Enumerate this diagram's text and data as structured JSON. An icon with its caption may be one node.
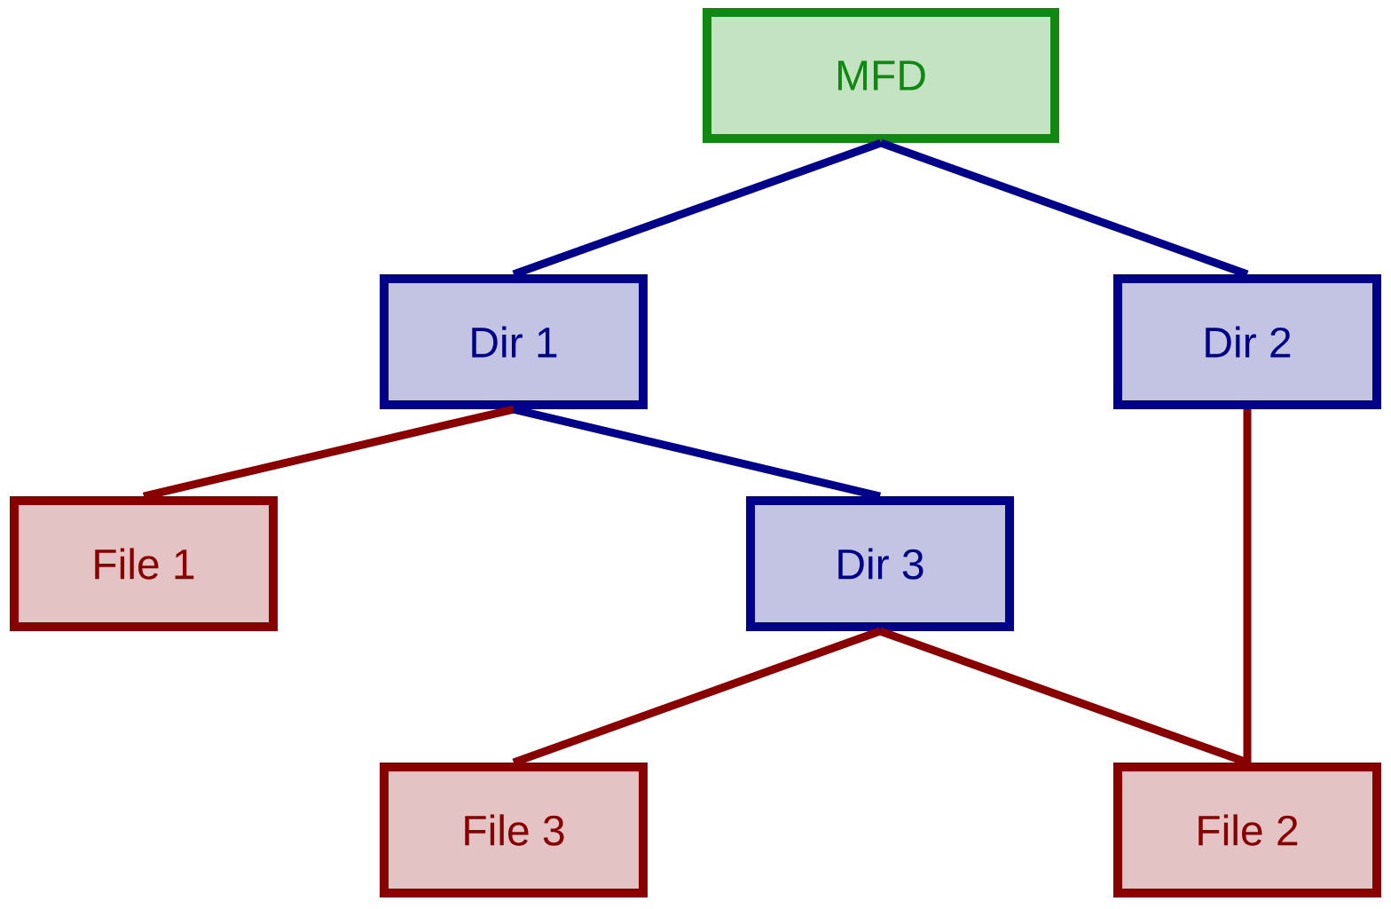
{
  "diagram": {
    "nodes": [
      {
        "text": [
          "MFD"
        ]
      },
      {
        "text": [
          "Dir 1"
        ]
      },
      {
        "text": [
          "Dir 2"
        ]
      },
      {
        "text": [
          "File 1"
        ]
      },
      {
        "text": [
          "Dir 3"
        ]
      },
      {
        "text": [
          "File 3"
        ]
      },
      {
        "text": [
          "File 2"
        ]
      }
    ],
    "edges": [
      {
        "from": 0,
        "to": 1,
        "arrow": "none",
        "color": "#000088"
      },
      {
        "from": 0,
        "to": 2,
        "arrow": "none",
        "color": "#000088"
      },
      {
        "from": 1,
        "to": 3,
        "arrow": "none",
        "color": "#880000"
      },
      {
        "from": 1,
        "to": 4,
        "arrow": "none",
        "color": "#000088"
      },
      {
        "from": 2,
        "to": 6,
        "arrow": "none",
        "color": "#880000"
      },
      {
        "from": 4,
        "to": 5,
        "arrow": "none",
        "color": "#880000"
      },
      {
        "from": 4,
        "to": 6,
        "arrow": "none",
        "color": "#880000"
      }
    ]
  }
}
